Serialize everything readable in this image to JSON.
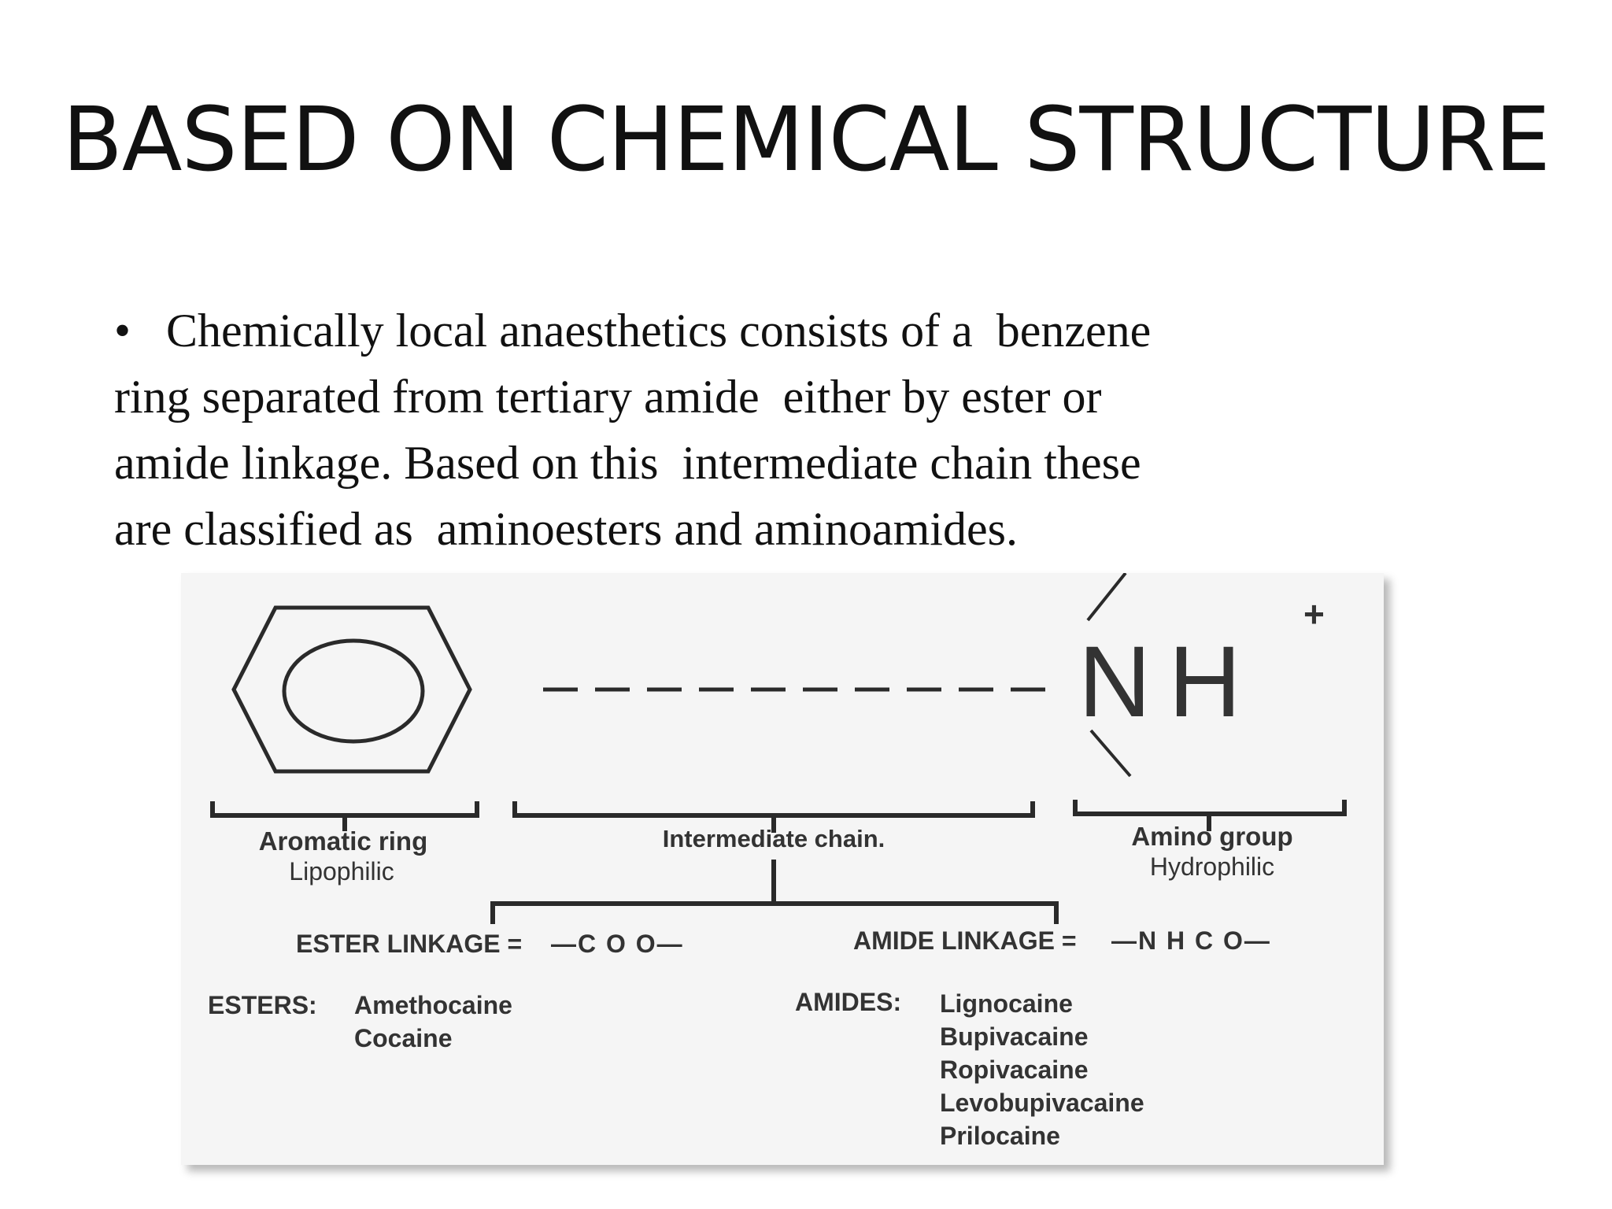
{
  "slide": {
    "title": "BASED ON CHEMICAL STRUCTURE",
    "bullet_marker": "•",
    "bullet_lines": [
      "Chemically local anaesthetics consists of a  benzene",
      "ring separated from tertiary amide  either by ester or",
      "amide linkage. Based on this  intermediate chain these",
      "are classified as  aminoesters and aminoamides."
    ]
  },
  "diagram": {
    "amine_text": "NH",
    "charge": "+",
    "aromatic_ring": {
      "title": "Aromatic ring",
      "subtitle": "Lipophilic"
    },
    "intermediate_chain": {
      "title": "Intermediate chain."
    },
    "amino_group": {
      "title": "Amino group",
      "subtitle": "Hydrophilic"
    },
    "ester_linkage": {
      "label": "ESTER LINKAGE =",
      "formula": "—C O O—"
    },
    "amide_linkage": {
      "label": "AMIDE LINKAGE =",
      "formula": "—N H C O—"
    },
    "esters": {
      "heading": "ESTERS:",
      "items": [
        "Amethocaine",
        "Cocaine"
      ]
    },
    "amides": {
      "heading": "AMIDES:",
      "items": [
        "Lignocaine",
        "Bupivacaine",
        "Ropivacaine",
        "Levobupivacaine",
        "Prilocaine"
      ]
    }
  },
  "colors": {
    "text": "#111111",
    "figure_background": "#f5f5f5",
    "figure_ink": "#333333"
  }
}
